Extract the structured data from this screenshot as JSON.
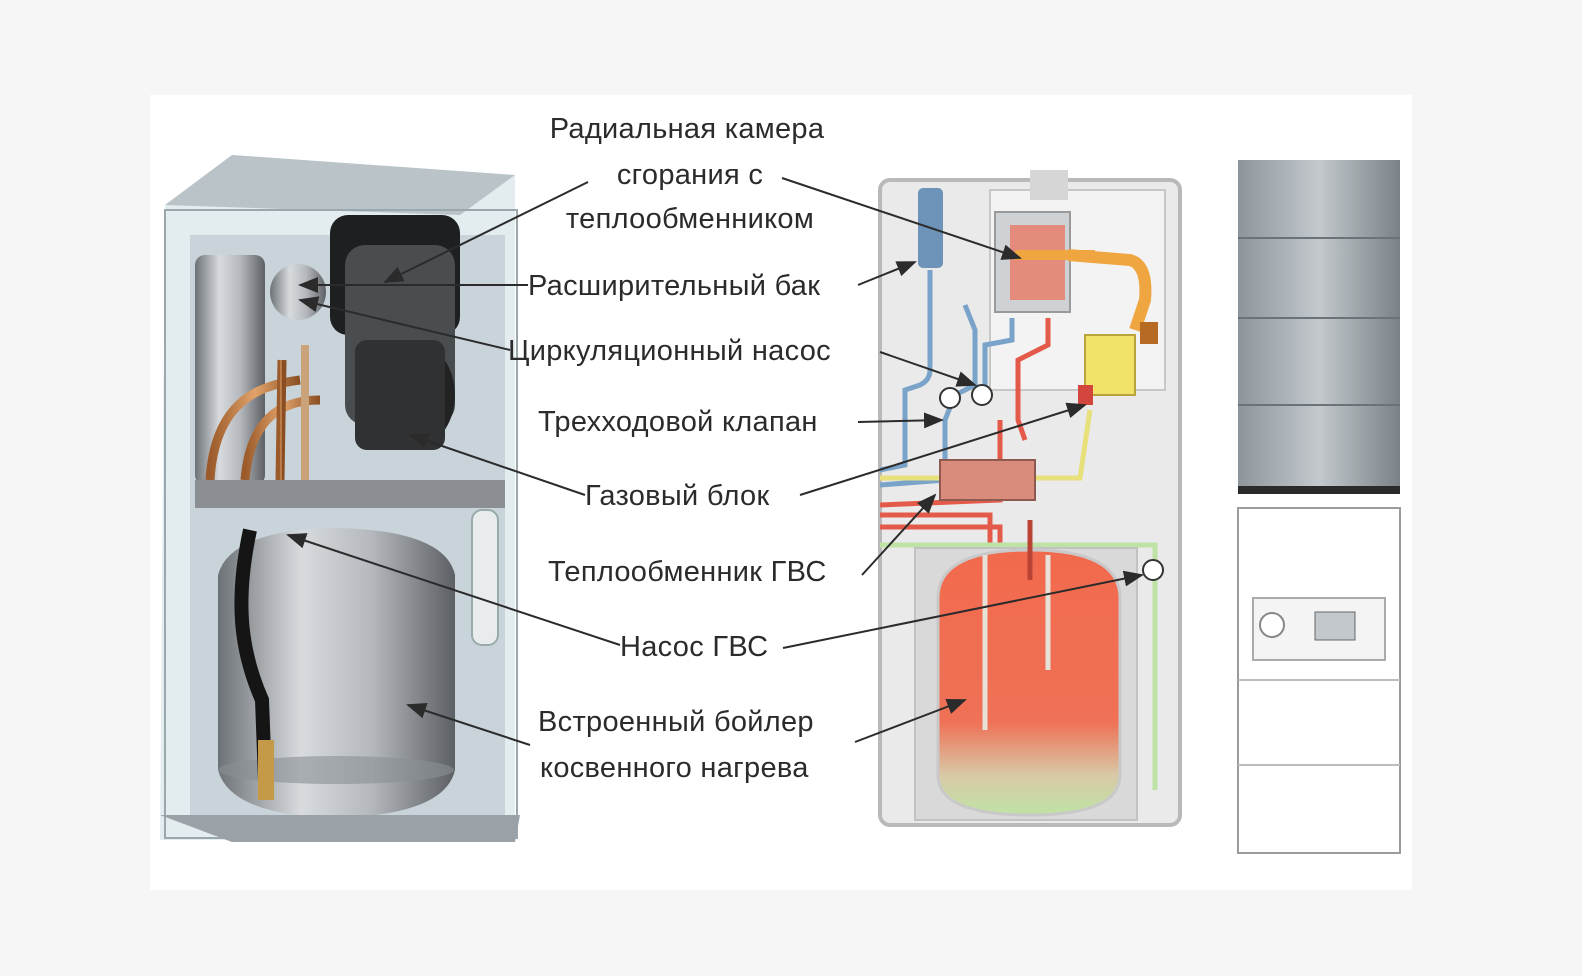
{
  "labels": {
    "combustion_chamber": [
      "Радиальная камера",
      "сгорания с",
      "теплообменником"
    ],
    "expansion_tank": "Расширительный бак",
    "circulation_pump": "Циркуляционный насос",
    "three_way_valve": "Трехходовой клапан",
    "gas_block": "Газовый блок",
    "dhw_heat_exchanger": "Теплообменник ГВС",
    "dhw_pump": "Насос ГВС",
    "boiler": [
      "Встроенный бойлер",
      "косвенного нагрева"
    ]
  },
  "colors": {
    "hot": "#e45a4a",
    "cold": "#7aa3c9",
    "gas": "#e8e07a",
    "flue": "#f0a640",
    "tank_top": "#f26a4d",
    "tank_bottom": "#bfe3a5",
    "leader_line": "#2b2b2b"
  }
}
